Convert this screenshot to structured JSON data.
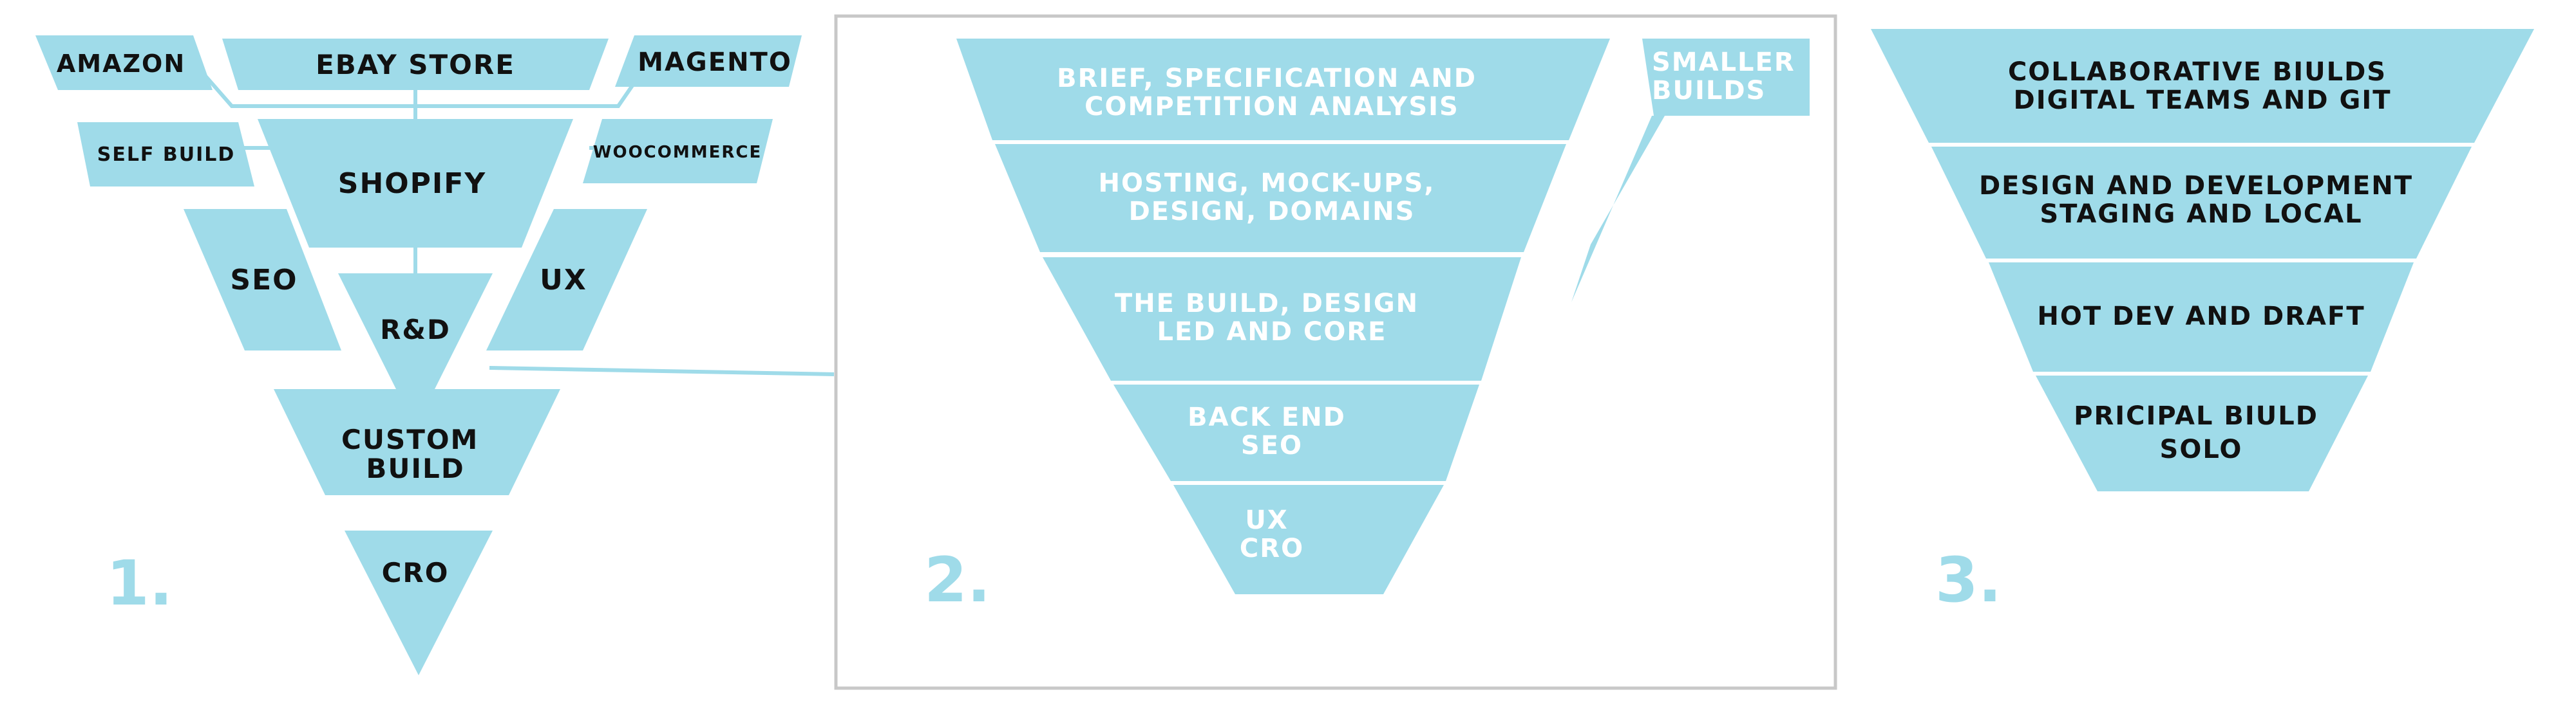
{
  "colors": {
    "shape_fill": "#9fdbe9",
    "connector": "#9fdbe9",
    "frame": "#c8c8c8",
    "dark_text": "#111111",
    "light_text": "#ffffff"
  },
  "panel1": {
    "number": "1.",
    "amazon": "AMAZON",
    "ebay_store": "EBAY STORE",
    "magento": "MAGENTO",
    "self_build": "SELF BUILD",
    "shopify": "SHOPIFY",
    "woocommerce": "WOOCOMMERCE",
    "seo": "SEO",
    "rd": "R&D",
    "ux": "UX",
    "custom_build": [
      "CUSTOM",
      "BUILD"
    ],
    "cro": "CRO"
  },
  "panel2": {
    "number": "2.",
    "smaller_builds": [
      "SMALLER",
      "BUILDS"
    ],
    "layers": [
      [
        "BRIEF, SPECIFICATION AND",
        "COMPETITION ANALYSIS"
      ],
      [
        "HOSTING, MOCK-UPS,",
        "DESIGN, DOMAINS"
      ],
      [
        "THE BUILD, DESIGN",
        "LED AND CORE"
      ],
      [
        "BACK END",
        "SEO"
      ],
      [
        "UX",
        "CRO"
      ]
    ]
  },
  "panel3": {
    "number": "3.",
    "layers": [
      [
        "COLLABORATIVE BIULDS",
        "DIGITAL TEAMS AND GIT"
      ],
      [
        "DESIGN AND DEVELOPMENT",
        "STAGING AND LOCAL"
      ],
      [
        "HOT DEV AND DRAFT"
      ],
      [
        "PRICIPAL BIULD",
        "SOLO"
      ]
    ]
  }
}
